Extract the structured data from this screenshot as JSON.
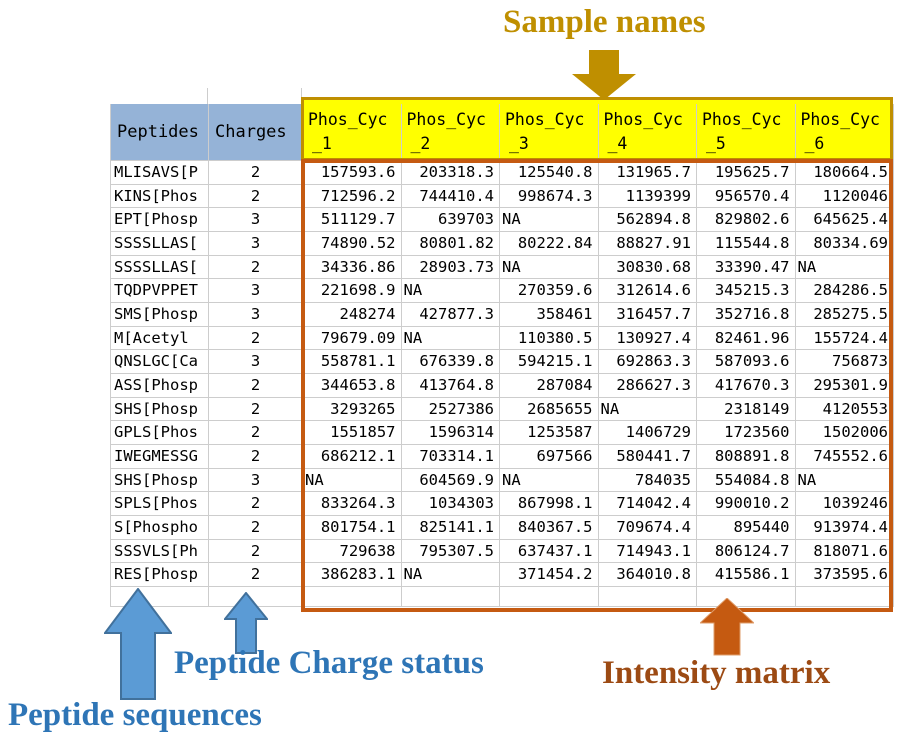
{
  "annotations": {
    "sample_names_label": "Sample names",
    "peptide_charge_status_label": "Peptide Charge status",
    "peptide_sequences_label": "Peptide sequences",
    "intensity_matrix_label": "Intensity matrix"
  },
  "colors": {
    "header_fill": "#95B3D7",
    "sample_header_fill": "#FFFF00",
    "sample_box_border": "#BF8F00",
    "matrix_box_border": "#C55A11",
    "gold_text": "#BF8F00",
    "blue_text": "#2E75B6",
    "orange_text": "#9C4A13",
    "arrow_blue_fill": "#5B9BD5",
    "arrow_blue_stroke": "#41719C",
    "arrow_orange_fill": "#C55A11",
    "gridline": "#CDCDCD"
  },
  "table": {
    "peptides_header": "Peptides",
    "charges_header": "Charges",
    "sample_columns": [
      "Phos_Cyc_1",
      "Phos_Cyc_2",
      "Phos_Cyc_3",
      "Phos_Cyc_4",
      "Phos_Cyc_5",
      "Phos_Cyc_6"
    ],
    "rows": [
      {
        "peptide": "MLISAVS[P",
        "charge": "2",
        "values": [
          "157593.6",
          "203318.3",
          "125540.8",
          "131965.7",
          "195625.7",
          "180664.5"
        ]
      },
      {
        "peptide": "KINS[Phos",
        "charge": "2",
        "values": [
          "712596.2",
          "744410.4",
          "998674.3",
          "1139399",
          "956570.4",
          "1120046"
        ]
      },
      {
        "peptide": "EPT[Phosp",
        "charge": "3",
        "values": [
          "511129.7",
          "639703",
          "NA",
          "562894.8",
          "829802.6",
          "645625.4"
        ]
      },
      {
        "peptide": "SSSSLLAS[",
        "charge": "3",
        "values": [
          "74890.52",
          "80801.82",
          "80222.84",
          "88827.91",
          "115544.8",
          "80334.69"
        ]
      },
      {
        "peptide": "SSSSLLAS[",
        "charge": "2",
        "values": [
          "34336.86",
          "28903.73",
          "NA",
          "30830.68",
          "33390.47",
          "NA"
        ]
      },
      {
        "peptide": "TQDPVPPET",
        "charge": "3",
        "values": [
          "221698.9",
          "NA",
          "270359.6",
          "312614.6",
          "345215.3",
          "284286.5"
        ]
      },
      {
        "peptide": "SMS[Phosp",
        "charge": "3",
        "values": [
          "248274",
          "427877.3",
          "358461",
          "316457.7",
          "352716.8",
          "285275.5"
        ]
      },
      {
        "peptide": "M[Acetyl",
        "charge": "2",
        "values": [
          "79679.09",
          "NA",
          "110380.5",
          "130927.4",
          "82461.96",
          "155724.4"
        ]
      },
      {
        "peptide": "QNSLGC[Ca",
        "charge": "3",
        "values": [
          "558781.1",
          "676339.8",
          "594215.1",
          "692863.3",
          "587093.6",
          "756873"
        ]
      },
      {
        "peptide": "ASS[Phosp",
        "charge": "2",
        "values": [
          "344653.8",
          "413764.8",
          "287084",
          "286627.3",
          "417670.3",
          "295301.9"
        ]
      },
      {
        "peptide": "SHS[Phosp",
        "charge": "2",
        "values": [
          "3293265",
          "2527386",
          "2685655",
          "NA",
          "2318149",
          "4120553"
        ]
      },
      {
        "peptide": "GPLS[Phos",
        "charge": "2",
        "values": [
          "1551857",
          "1596314",
          "1253587",
          "1406729",
          "1723560",
          "1502006"
        ]
      },
      {
        "peptide": "IWEGMESSG",
        "charge": "2",
        "values": [
          "686212.1",
          "703314.1",
          "697566",
          "580441.7",
          "808891.8",
          "745552.6"
        ]
      },
      {
        "peptide": "SHS[Phosp",
        "charge": "3",
        "values": [
          "NA",
          "604569.9",
          "NA",
          "784035",
          "554084.8",
          "NA"
        ]
      },
      {
        "peptide": "SPLS[Phos",
        "charge": "2",
        "values": [
          "833264.3",
          "1034303",
          "867998.1",
          "714042.4",
          "990010.2",
          "1039246"
        ]
      },
      {
        "peptide": "S[Phospho",
        "charge": "2",
        "values": [
          "801754.1",
          "825141.1",
          "840367.5",
          "709674.4",
          "895440",
          "913974.4"
        ]
      },
      {
        "peptide": "SSSVLS[Ph",
        "charge": "2",
        "values": [
          "729638",
          "795307.5",
          "637437.1",
          "714943.1",
          "806124.7",
          "818071.6"
        ]
      },
      {
        "peptide": "RES[Phosp",
        "charge": "2",
        "values": [
          "386283.1",
          "NA",
          "371454.2",
          "364010.8",
          "415586.1",
          "373595.6"
        ]
      }
    ]
  }
}
